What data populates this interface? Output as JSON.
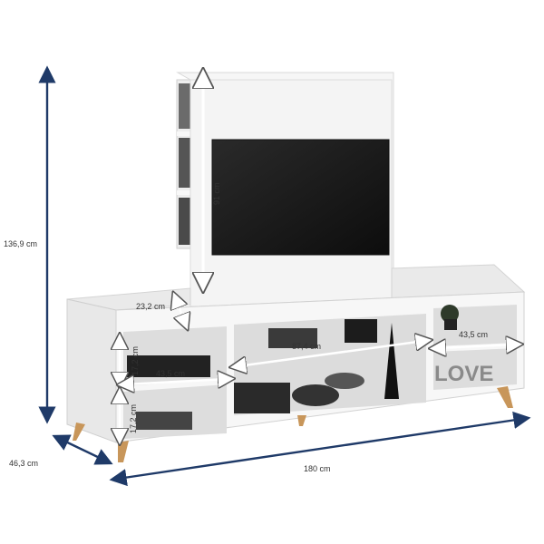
{
  "dimensions": {
    "height_total": "136,9 cm",
    "depth": "46,3 cm",
    "width_total": "180 cm",
    "panel_height": "91 cm",
    "shelf_depth": "23,2 cm",
    "left_niche_width": "43,5 cm",
    "left_upper_height": "17,2 cm",
    "left_lower_height": "17,2 cm",
    "center_niche_width": "87,4 cm",
    "right_niche_width": "43,5 cm"
  },
  "decor": {
    "love_sign": "LOVE"
  },
  "colors": {
    "dimension_line": "#1f3a68",
    "furniture": "#f4f4f4",
    "leg": "#c8965a",
    "screen": "#141414"
  }
}
